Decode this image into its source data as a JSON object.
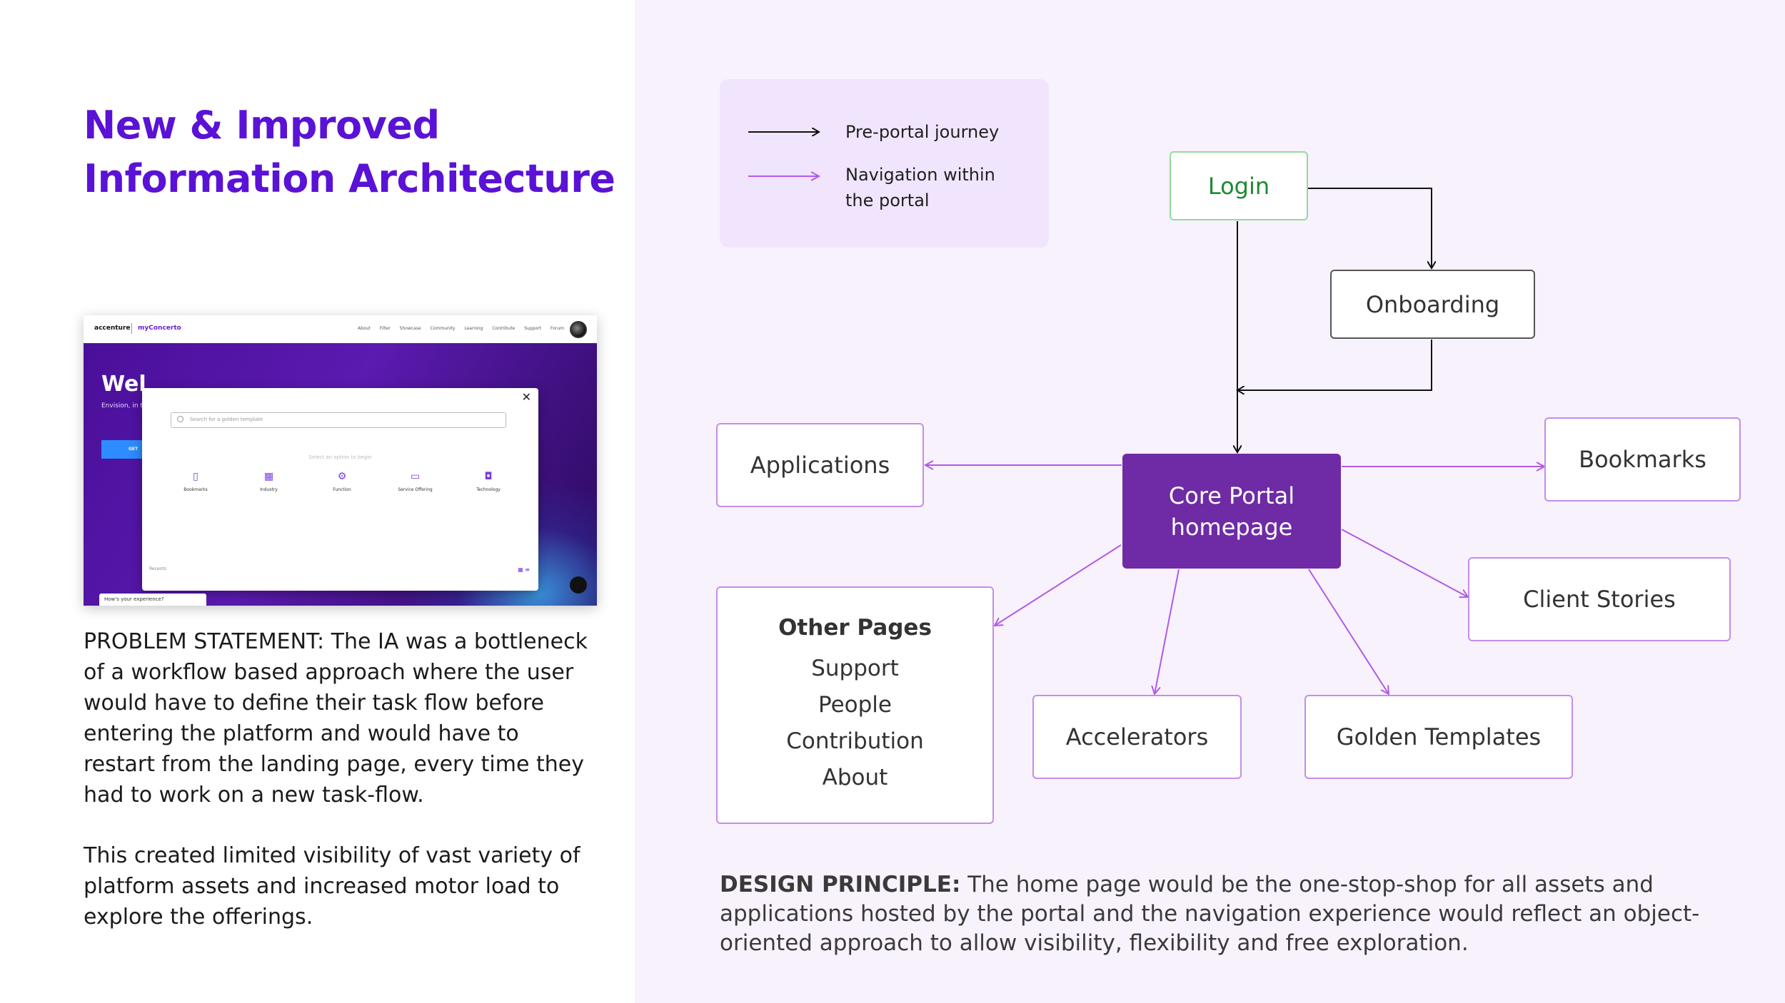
{
  "title": {
    "line1": "New & Improved",
    "line2": "Information Architecture"
  },
  "screenshot": {
    "brand": "accenture",
    "product": "myConcerto",
    "nav": [
      "About",
      "Filter",
      "Showcase",
      "Community",
      "Learning",
      "Contribute",
      "Support",
      "Forum"
    ],
    "hero_title": "Wel",
    "hero_sub": "Envision, in transformat myConcerto",
    "cta": "GET",
    "search_placeholder": "Search for a golden template",
    "hint": "Select an option to begin",
    "options": [
      "Bookmarks",
      "Industry",
      "Function",
      "Service Offering",
      "Technology"
    ],
    "recents": "Recents",
    "feedback": "How's your experience?"
  },
  "problem": {
    "p1": "PROBLEM STATEMENT: The IA was a bottleneck of a workflow based approach where the user would have to define their task flow before entering the platform and would have to restart from the landing page, every time they had to work on a new task-flow.",
    "p2": "This created limited visibility of vast variety of platform assets and increased motor load to explore the offerings."
  },
  "legend": {
    "pre_portal": "Pre-portal journey",
    "nav_line1": "Navigation within",
    "nav_line2": "the portal",
    "colors": {
      "pre_portal": "#111111",
      "navigation": "#b05be6"
    }
  },
  "nodes": {
    "login": "Login",
    "onboarding": "Onboarding",
    "applications": "Applications",
    "core_line1": "Core Portal",
    "core_line2": "homepage",
    "bookmarks": "Bookmarks",
    "client_stories": "Client Stories",
    "other_title": "Other Pages",
    "other_items": [
      "Support",
      "People",
      "Contribution",
      "About"
    ],
    "accelerators": "Accelerators",
    "golden_templates": "Golden Templates"
  },
  "design": {
    "label": "DESIGN PRINCIPLE:",
    "text": " The home page would be the one-stop-shop for all assets and applications hosted by the portal and the navigation experience would reflect an object-oriented approach to allow visibility, flexibility and free exploration."
  },
  "colors": {
    "accent": "#5a12d6",
    "core": "#6f2ba5",
    "panel": "#f8f2fd",
    "legend_bg": "#f1e5fd"
  }
}
